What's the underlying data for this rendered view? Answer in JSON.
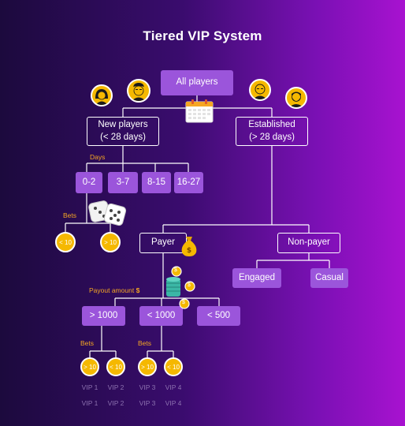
{
  "title": "Tiered VIP System",
  "root": {
    "label": "All players"
  },
  "new_players": {
    "label_line1": "New players",
    "label_line2": "(< 28 days)"
  },
  "established": {
    "label_line1": "Established",
    "label_line2": "(> 28 days)"
  },
  "days": {
    "label": "Days",
    "buckets": [
      "0-2",
      "3-7",
      "8-15",
      "16-27"
    ]
  },
  "bets_top": {
    "label": "Bets",
    "left": "< 10",
    "right": "> 10"
  },
  "payer": {
    "label": "Payer"
  },
  "non_payer": {
    "label": "Non-payer",
    "children": [
      "Engaged",
      "Casual"
    ]
  },
  "payout": {
    "label": "Payout amount",
    "currency_symbol": "$",
    "buckets": [
      "> 1000",
      "< 1000",
      "< 500"
    ]
  },
  "bets_left": {
    "label": "Bets",
    "coins": [
      "> 10",
      "< 10"
    ]
  },
  "bets_right": {
    "label": "Bets",
    "coins": [
      "> 10",
      "< 10"
    ]
  },
  "vip_row1": [
    "VIP 1",
    "VIP 2",
    "VIP 3",
    "VIP 4"
  ],
  "vip_row2": [
    "VIP 1",
    "VIP 2",
    "VIP 3",
    "VIP 4"
  ],
  "coin_small_label": "$",
  "colors": {
    "box_fill": "#9b55db",
    "accent_orange": "#f5a623",
    "coin_gold": "#f5b800",
    "vip_text": "#8d72b0",
    "background_left": "#1c0a3d",
    "background_right": "#a812d0"
  },
  "icons": [
    "woman-avatar-icon",
    "man-avatar-icon",
    "bald-man-avatar-icon",
    "bearded-man-avatar-icon",
    "calendar-icon",
    "dice-icon",
    "money-bag-icon",
    "coin-stack-icon"
  ]
}
